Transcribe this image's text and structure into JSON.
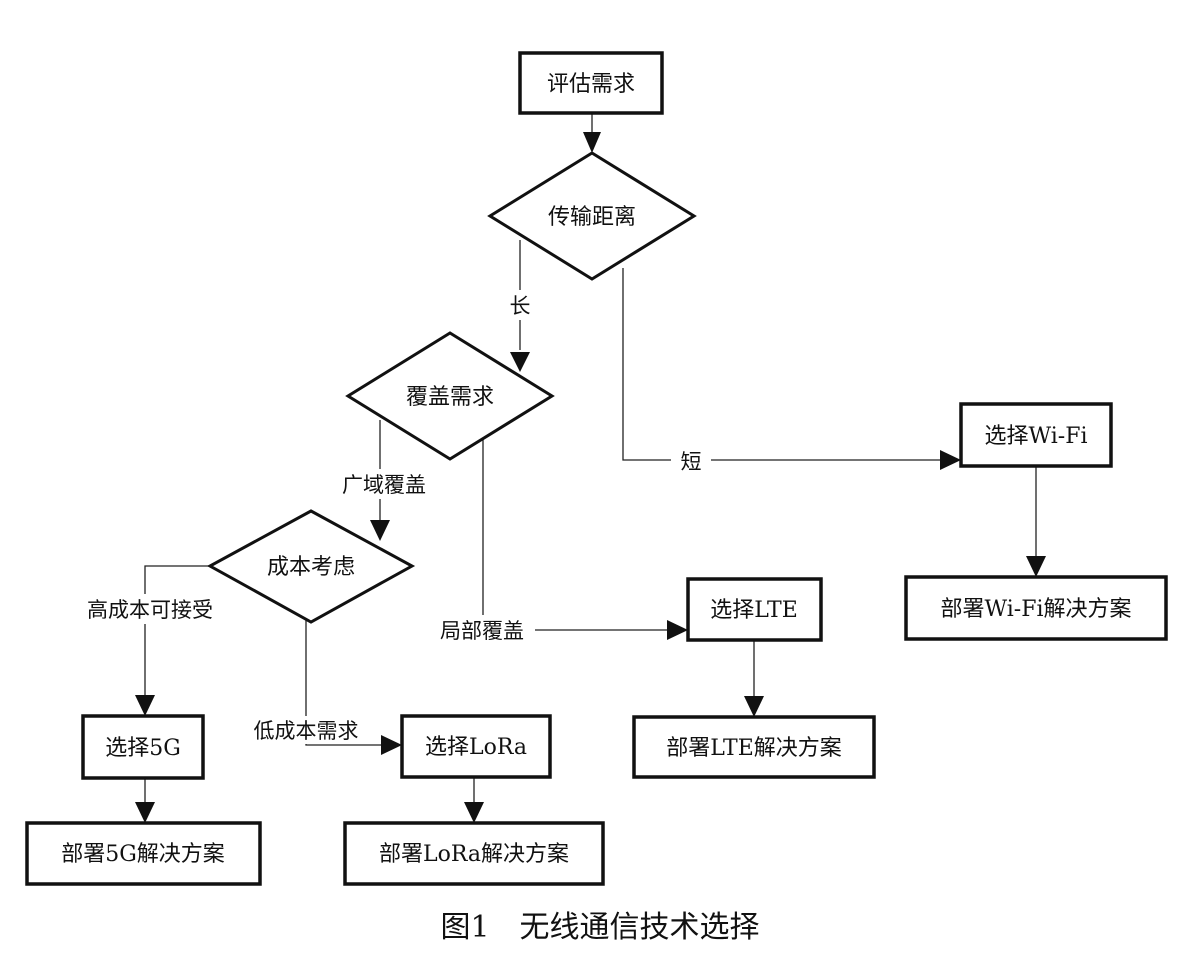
{
  "nodes": {
    "assess": "评估需求",
    "distance": "传输距离",
    "coverage": "覆盖需求",
    "cost": "成本考虑",
    "wifi": "选择Wi-Fi",
    "wifi_deploy": "部署Wi-Fi解决方案",
    "lte": "选择LTE",
    "lte_deploy": "部署LTE解决方案",
    "fiveg": "选择5G",
    "fiveg_deploy": "部署5G解决方案",
    "lora": "选择LoRa",
    "lora_deploy": "部署LoRa解决方案"
  },
  "edges": {
    "long": "长",
    "short": "短",
    "wide_area": "广域覆盖",
    "local": "局部覆盖",
    "high_cost": "高成本可接受",
    "low_cost": "低成本需求"
  },
  "caption": "图1　无线通信技术选择"
}
